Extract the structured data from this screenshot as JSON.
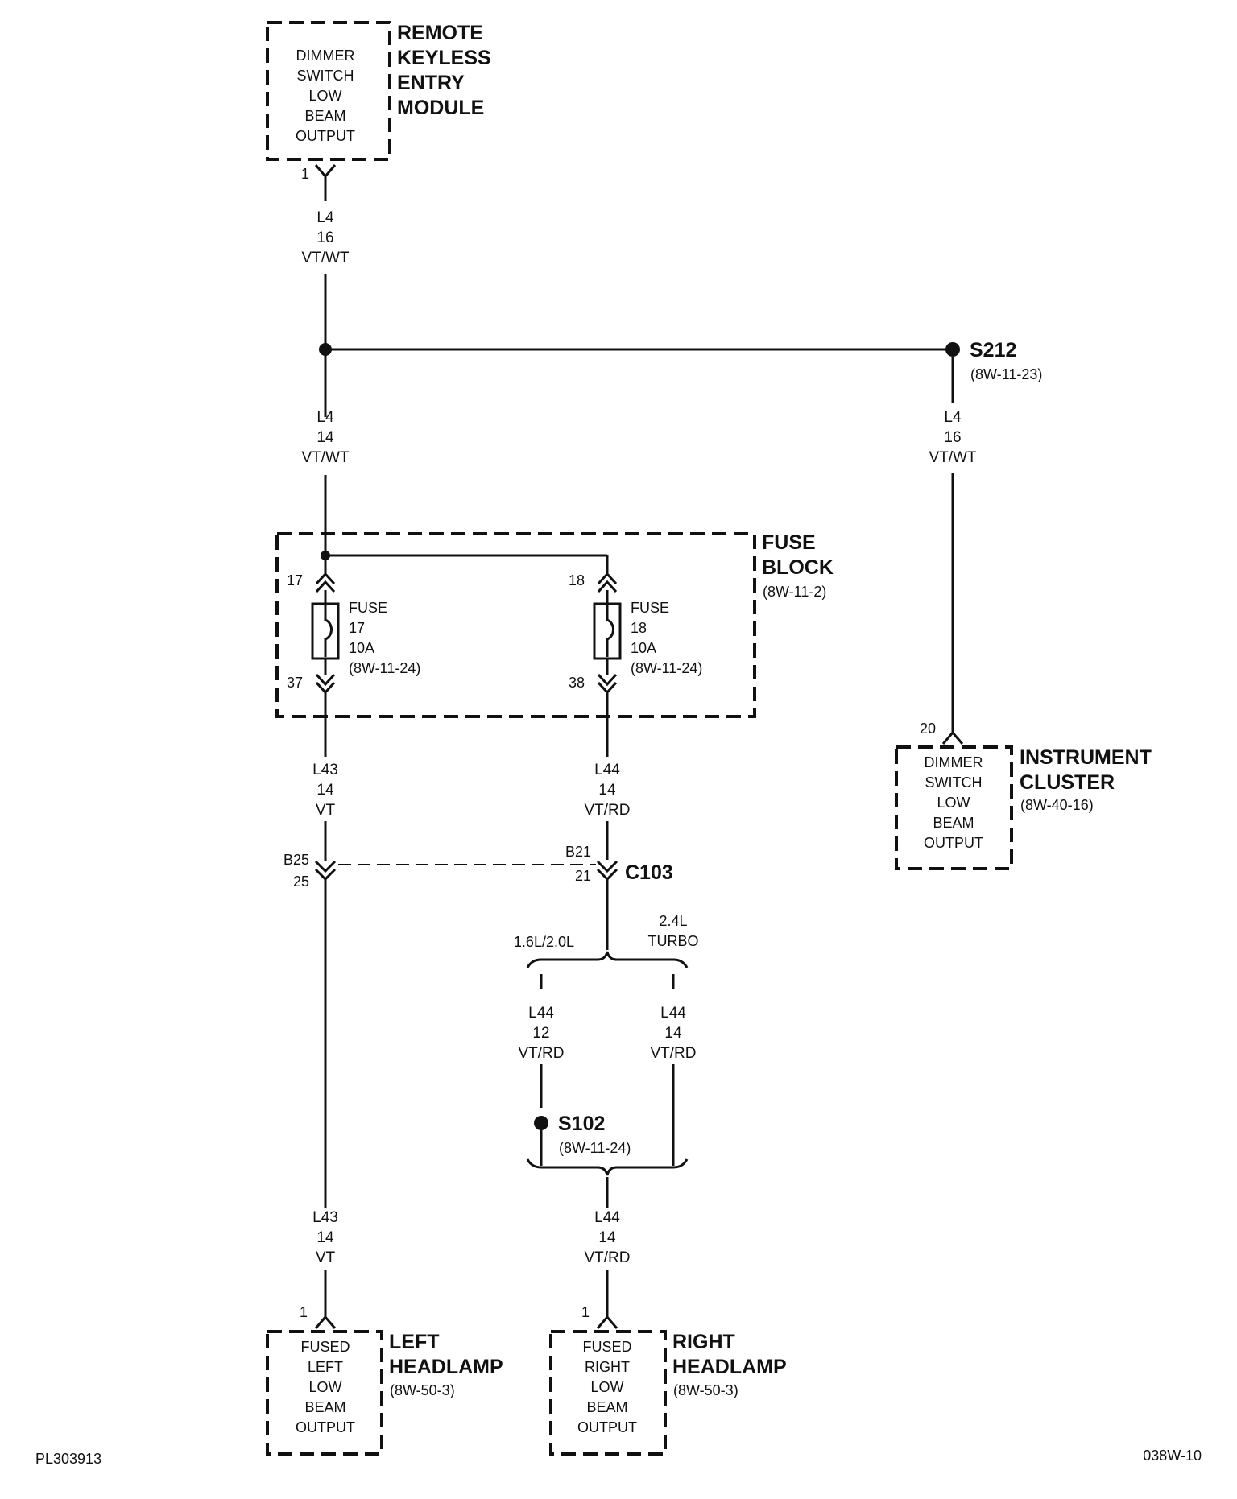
{
  "rke_module": {
    "inner": [
      "DIMMER",
      "SWITCH",
      "LOW",
      "BEAM",
      "OUTPUT"
    ],
    "title": [
      "REMOTE",
      "KEYLESS",
      "ENTRY",
      "MODULE"
    ],
    "pin": "1"
  },
  "wire_rke": {
    "circuit": "L4",
    "gauge": "16",
    "color": "VT/WT"
  },
  "splice_s212": {
    "name": "S212",
    "ref": "(8W-11-23)"
  },
  "wire_main": {
    "circuit": "L4",
    "gauge": "14",
    "color": "VT/WT"
  },
  "wire_cluster": {
    "circuit": "L4",
    "gauge": "16",
    "color": "VT/WT"
  },
  "fuse_block": {
    "title": [
      "FUSE",
      "BLOCK"
    ],
    "ref": "(8W-11-2)"
  },
  "fuse17": {
    "lines": [
      "FUSE",
      "17",
      "10A",
      "(8W-11-24)"
    ],
    "pin_in": "17",
    "pin_out": "37"
  },
  "fuse18": {
    "lines": [
      "FUSE",
      "18",
      "10A",
      "(8W-11-24)"
    ],
    "pin_in": "18",
    "pin_out": "38"
  },
  "instrument_cluster": {
    "pin": "20",
    "inner": [
      "DIMMER",
      "SWITCH",
      "LOW",
      "BEAM",
      "OUTPUT"
    ],
    "title": [
      "INSTRUMENT",
      "CLUSTER"
    ],
    "ref": "(8W-40-16)"
  },
  "wire_l43_upper": {
    "circuit": "L43",
    "gauge": "14",
    "color": "VT"
  },
  "wire_l44_upper": {
    "circuit": "L44",
    "gauge": "14",
    "color": "VT/RD"
  },
  "c103": {
    "name": "C103",
    "left_pins": [
      "B25",
      "25"
    ],
    "right_pins": [
      "B21",
      "21"
    ]
  },
  "options": {
    "left": "1.6L/2.0L",
    "right": [
      "2.4L",
      "TURBO"
    ]
  },
  "wire_l44_16": {
    "circuit": "L44",
    "gauge": "12",
    "color": "VT/RD"
  },
  "wire_l44_24": {
    "circuit": "L44",
    "gauge": "14",
    "color": "VT/RD"
  },
  "splice_s102": {
    "name": "S102",
    "ref": "(8W-11-24)"
  },
  "wire_l43_lower": {
    "circuit": "L43",
    "gauge": "14",
    "color": "VT"
  },
  "wire_l44_lower": {
    "circuit": "L44",
    "gauge": "14",
    "color": "VT/RD"
  },
  "left_headlamp": {
    "pin": "1",
    "inner": [
      "FUSED",
      "LEFT",
      "LOW",
      "BEAM",
      "OUTPUT"
    ],
    "title": [
      "LEFT",
      "HEADLAMP"
    ],
    "ref": "(8W-50-3)"
  },
  "right_headlamp": {
    "pin": "1",
    "inner": [
      "FUSED",
      "RIGHT",
      "LOW",
      "BEAM",
      "OUTPUT"
    ],
    "title": [
      "RIGHT",
      "HEADLAMP"
    ],
    "ref": "(8W-50-3)"
  },
  "footer": {
    "left_code": "PL303913",
    "right_code": "038W-10"
  }
}
